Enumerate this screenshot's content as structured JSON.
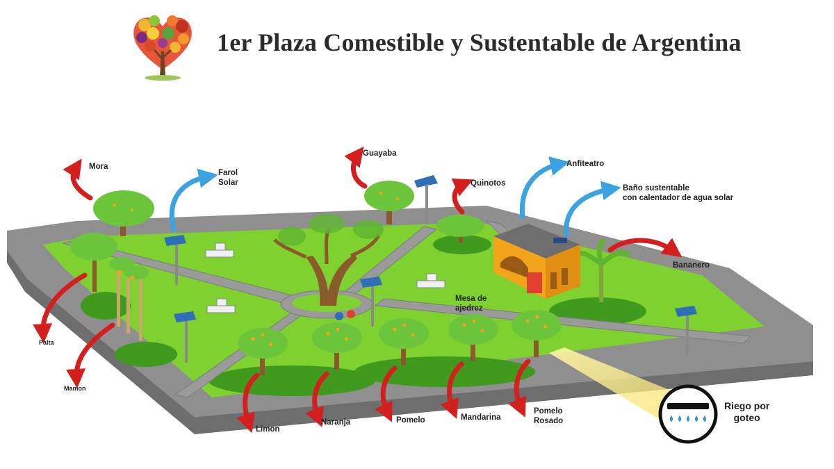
{
  "header": {
    "title": "1er Plaza Comestible y Sustentable de Argentina"
  },
  "labels": {
    "mora": "Mora",
    "farol": "Farol\nSolar",
    "guayaba": "Guayaba",
    "quinotos": "Quinotos",
    "anfiteatro": "Anfiteatro",
    "bano": "Baño sustentable\ncon calentador de agua solar",
    "bananero": "Bananero",
    "palta": "Palta",
    "mamon": "Mamon",
    "mesa": "Mesa de\najedrez",
    "limon": "Limon",
    "naranja": "Naranja",
    "pomelo": "Pomelo",
    "mandarina": "Mandarina",
    "pomelo_rosado": "Pomelo\nRosado",
    "riego": "Riego por\ngoteo"
  },
  "colors": {
    "grass": "#7fd12f",
    "grass_dark": "#3f9a1e",
    "path": "#9a9a9a",
    "path_edge": "#7b7b7b",
    "arrow_red": "#d41f1f",
    "arrow_blue": "#3aa3e0",
    "building": "#f2a51b",
    "tree_foliage": "#6cc53a",
    "trunk": "#8a5a2b",
    "fruit": "#f6a21a",
    "title": "#2b2b2b"
  },
  "icons": [
    "heart-tree-logo-icon",
    "solar-lamp-icon",
    "bench-icon",
    "drip-irrigation-icon"
  ]
}
